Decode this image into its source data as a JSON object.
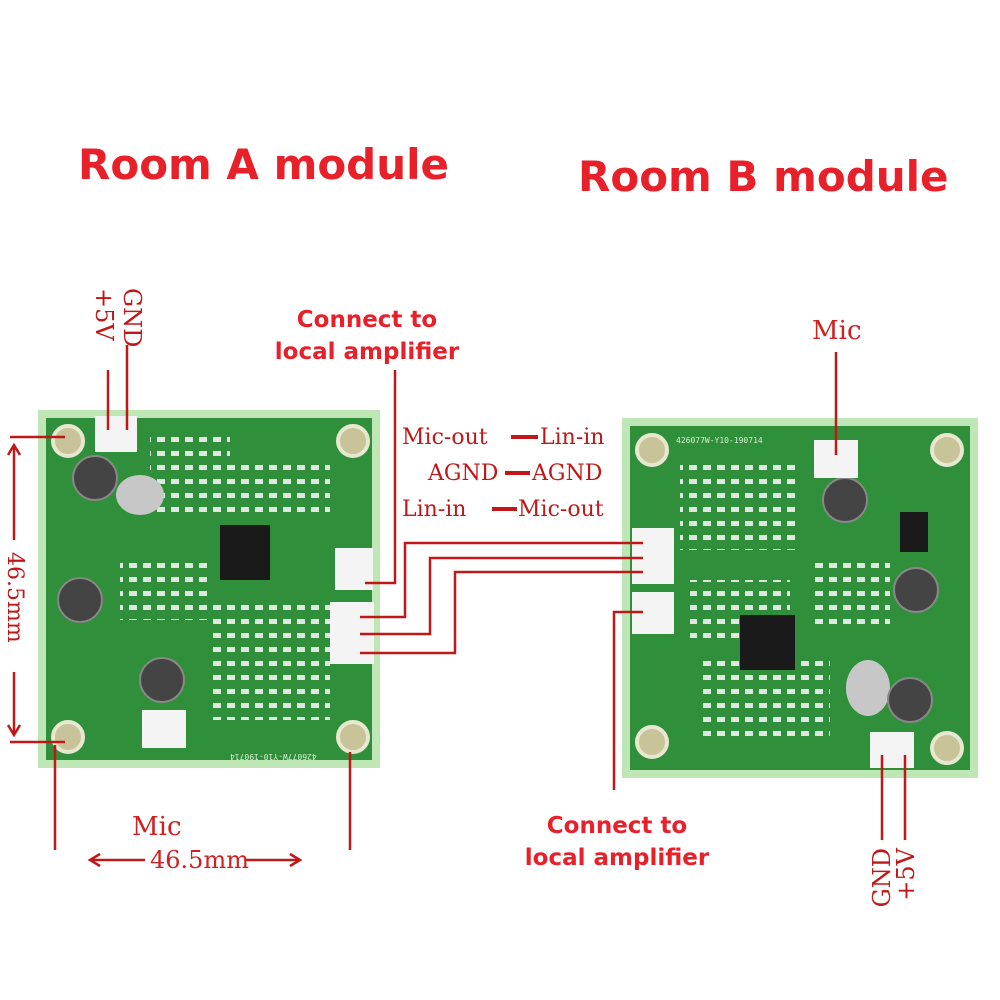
{
  "titles": {
    "room_a": "Room A module",
    "room_b": "Room B module"
  },
  "room_a": {
    "power_pins": {
      "gnd": "GND",
      "plus5v": "+5V"
    },
    "amp_callout_line1": "Connect to",
    "amp_callout_line2": "local amplifier",
    "mic_label": "Mic",
    "dim_vertical": "46.5mm",
    "dim_horizontal": "46.5mm",
    "board_id": "426077W-Y10-190714"
  },
  "room_b": {
    "mic_label": "Mic",
    "amp_callout_line1": "Connect to",
    "amp_callout_line2": "local amplifier",
    "power_pins": {
      "gnd": "GND",
      "plus5v": "+5V"
    },
    "board_id": "426077W-Y10-190714"
  },
  "wiring": {
    "row1_left": "Mic-out",
    "row1_right": "Lin-in",
    "row2_left": "AGND",
    "row2_right": "AGND",
    "row3_left": "Lin-in",
    "row3_right": "Mic-out"
  },
  "colors": {
    "label_red": "#e8202a",
    "wire_red": "#c01818",
    "pcb_green": "#2f8f3a",
    "pcb_border": "#bfe6b5"
  }
}
